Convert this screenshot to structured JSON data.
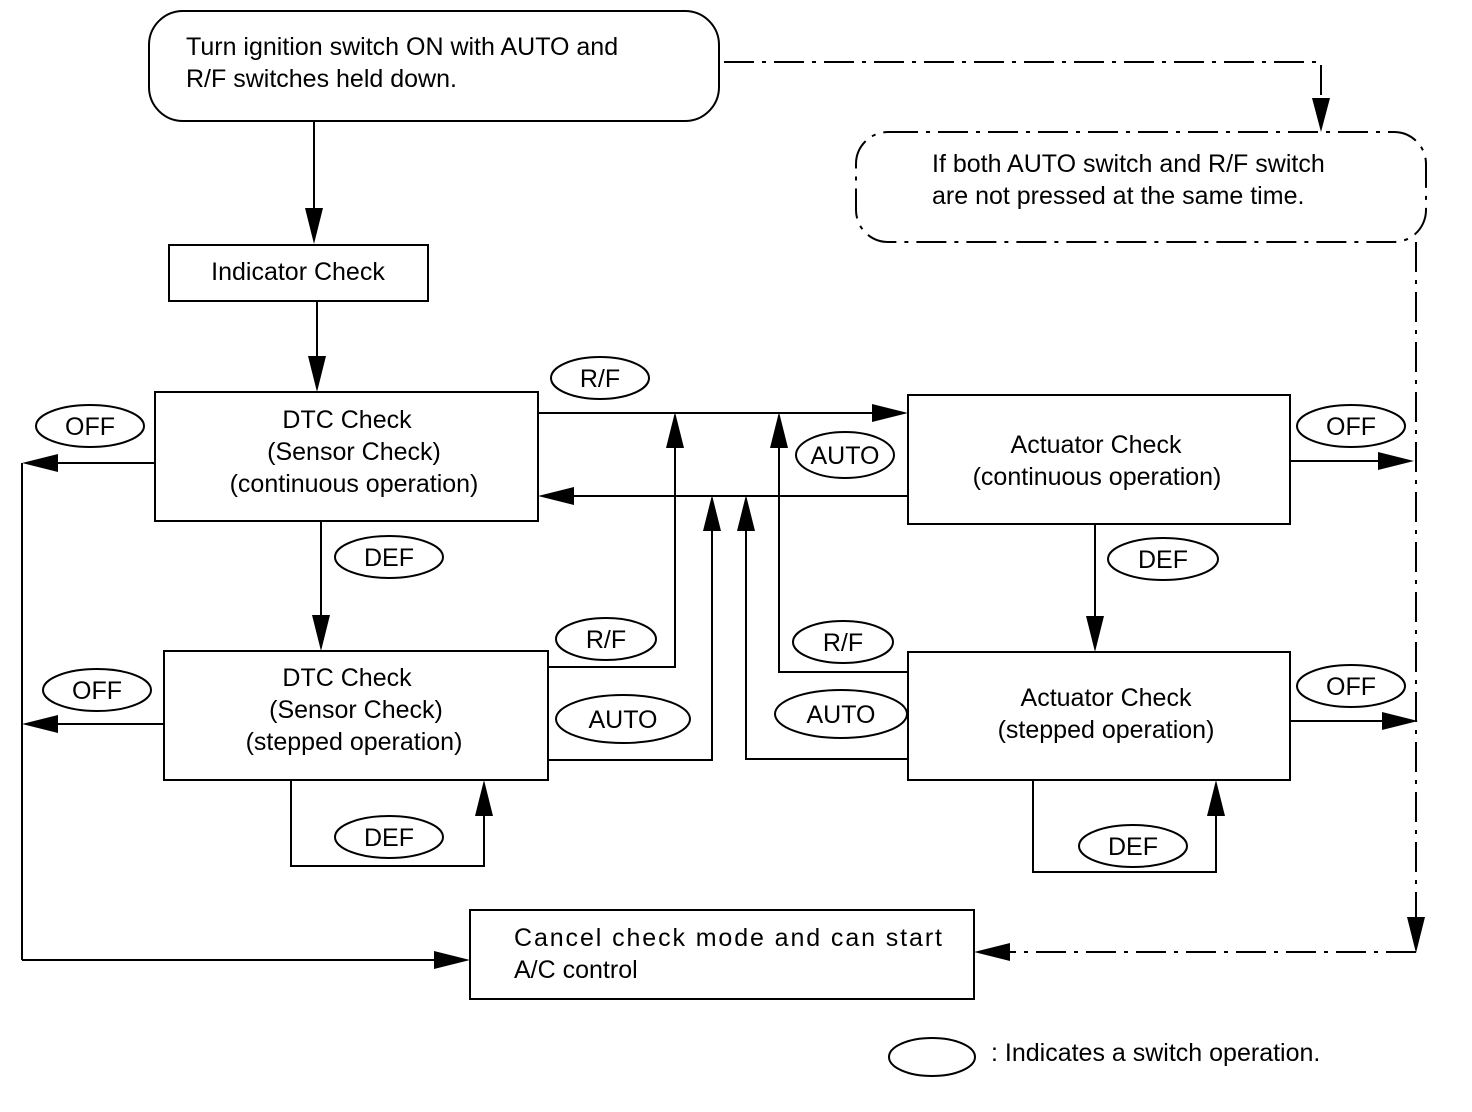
{
  "start": {
    "line1": "Turn ignition switch ON with AUTO and",
    "line2": "R/F switches held down."
  },
  "not_pressed": {
    "line1": "If both AUTO switch and R/F switch",
    "line2": "are not pressed at the same time."
  },
  "indicator_check": "Indicator Check",
  "dtc_continuous": {
    "line1": "DTC Check",
    "line2": "(Sensor Check)",
    "line3": "(continuous operation)"
  },
  "dtc_stepped": {
    "line1": "DTC Check",
    "line2": "(Sensor Check)",
    "line3": "(stepped operation)"
  },
  "actuator_continuous": {
    "line1": "Actuator Check",
    "line2": "(continuous operation)"
  },
  "actuator_stepped": {
    "line1": "Actuator Check",
    "line2": "(stepped operation)"
  },
  "cancel": {
    "line1": "Cancel check mode and can start",
    "line2": "A/C control"
  },
  "switches": {
    "off": "OFF",
    "rf": "R/F",
    "auto": "AUTO",
    "def": "DEF"
  },
  "legend": ": Indicates a switch operation."
}
